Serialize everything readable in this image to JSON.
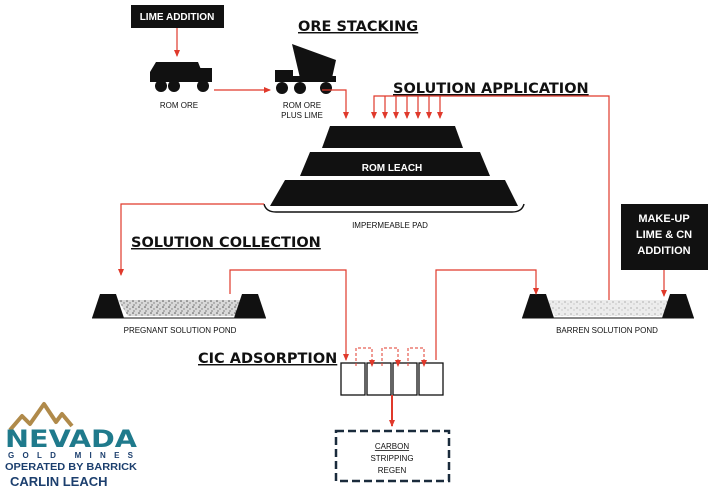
{
  "headings": {
    "ore_stacking": "ORE STACKING",
    "solution_application": "SOLUTION APPLICATION",
    "solution_collection": "SOLUTION COLLECTION",
    "cic_adsorption": "CIC ADSORPTION"
  },
  "boxes": {
    "lime_addition": "LIME ADDITION",
    "makeup_line1": "MAKE-UP",
    "makeup_line2": "LIME & CN",
    "makeup_line3": "ADDITION",
    "carbon_line1": "CARBON",
    "carbon_line2": "STRIPPING",
    "carbon_line3": "REGEN"
  },
  "labels": {
    "rom_ore": "ROM ORE",
    "rom_ore_lime_1": "ROM ORE",
    "rom_ore_lime_2": "PLUS LIME",
    "rom_leach": "ROM LEACH",
    "impermeable_pad": "IMPERMEABLE PAD",
    "pregnant_pond": "PREGNANT SOLUTION POND",
    "barren_pond": "BARREN SOLUTION POND"
  },
  "logo": {
    "brand": "NEVADA",
    "sub": "GOLD MINES",
    "operated": "OPERATED BY BARRICK",
    "site": "CARLIN LEACH"
  },
  "colors": {
    "flow_line": "#e0392b",
    "dark_fill": "#111111",
    "logo_teal": "#1f7a8c",
    "logo_navy": "#1c3f6e",
    "logo_gold": "#b08a4a"
  }
}
